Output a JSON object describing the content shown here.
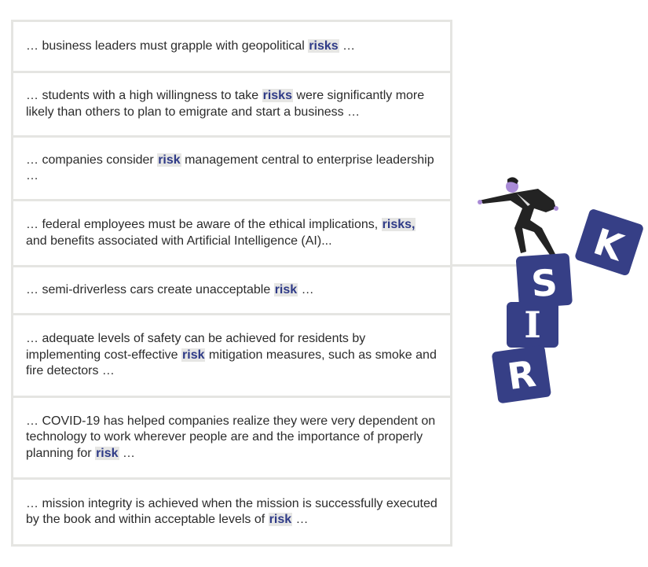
{
  "quotes": [
    {
      "before": "… business leaders must grapple with geopolitical ",
      "highlight": "risks",
      "after": " …"
    },
    {
      "before": "… students with a high willingness to take ",
      "highlight": "risks",
      "after": " were significantly more likely than others to plan to emigrate and start a business …"
    },
    {
      "before": "… companies consider ",
      "highlight": "risk",
      "after": " management central to enterprise leadership …"
    },
    {
      "before": "… federal employees must be aware of the ethical implications, ",
      "highlight": "risks,",
      "after": " and benefits associated with Artificial Intelligence (AI)..."
    },
    {
      "before": "… semi-driverless cars create unacceptable ",
      "highlight": "risk",
      "after": " …"
    },
    {
      "before": "… adequate levels of safety can be achieved for residents by implementing cost-effective ",
      "highlight": "risk",
      "after": " mitigation measures, such as smoke and fire detectors …"
    },
    {
      "before": "… COVID-19 has helped companies realize they were very dependent on technology to work wherever people are and the importance of properly planning for ",
      "highlight": "risk",
      "after": " …"
    },
    {
      "before": "… mission integrity is achieved when the mission is successfully executed by the book and within acceptable levels of ",
      "highlight": "risk",
      "after": " …"
    }
  ],
  "blocks": [
    "R",
    "I",
    "S",
    "K"
  ],
  "colors": {
    "accent": "#2e3a87",
    "block": "#363f86",
    "border": "#e5e5e2"
  }
}
